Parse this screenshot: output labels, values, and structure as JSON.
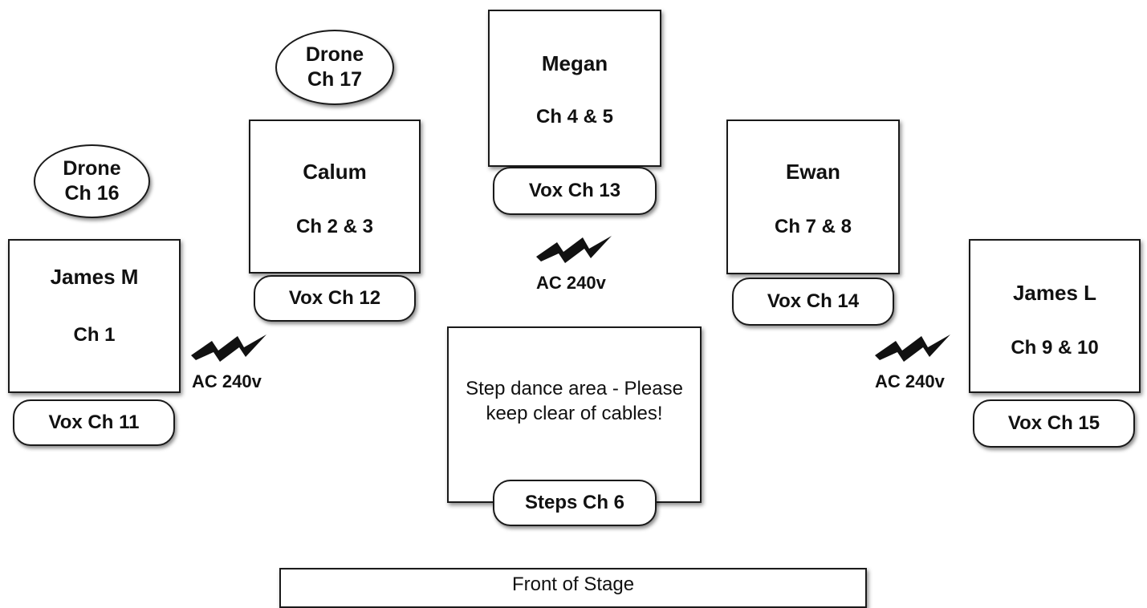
{
  "musicians": [
    {
      "name": "James M",
      "channels": "Ch 1",
      "vox": "Vox Ch 11"
    },
    {
      "name": "Calum",
      "channels": "Ch 2 & 3",
      "vox": "Vox Ch 12"
    },
    {
      "name": "Megan",
      "channels": "Ch 4 & 5",
      "vox": "Vox Ch 13"
    },
    {
      "name": "Ewan",
      "channels": "Ch 7 & 8",
      "vox": "Vox Ch 14"
    },
    {
      "name": "James L",
      "channels": "Ch 9 & 10",
      "vox": "Vox Ch 15"
    }
  ],
  "drones": [
    {
      "line1": "Drone",
      "line2": "Ch 16"
    },
    {
      "line1": "Drone",
      "line2": "Ch 17"
    }
  ],
  "power": [
    {
      "label": "AC 240v",
      "icon": "lightning-bolt-icon"
    },
    {
      "label": "AC 240v",
      "icon": "lightning-bolt-icon"
    },
    {
      "label": "AC 240v",
      "icon": "lightning-bolt-icon"
    }
  ],
  "step_area": {
    "note": "Step dance area - Please keep clear of cables!",
    "channel": "Steps Ch 6"
  },
  "front_label": "Front of Stage"
}
